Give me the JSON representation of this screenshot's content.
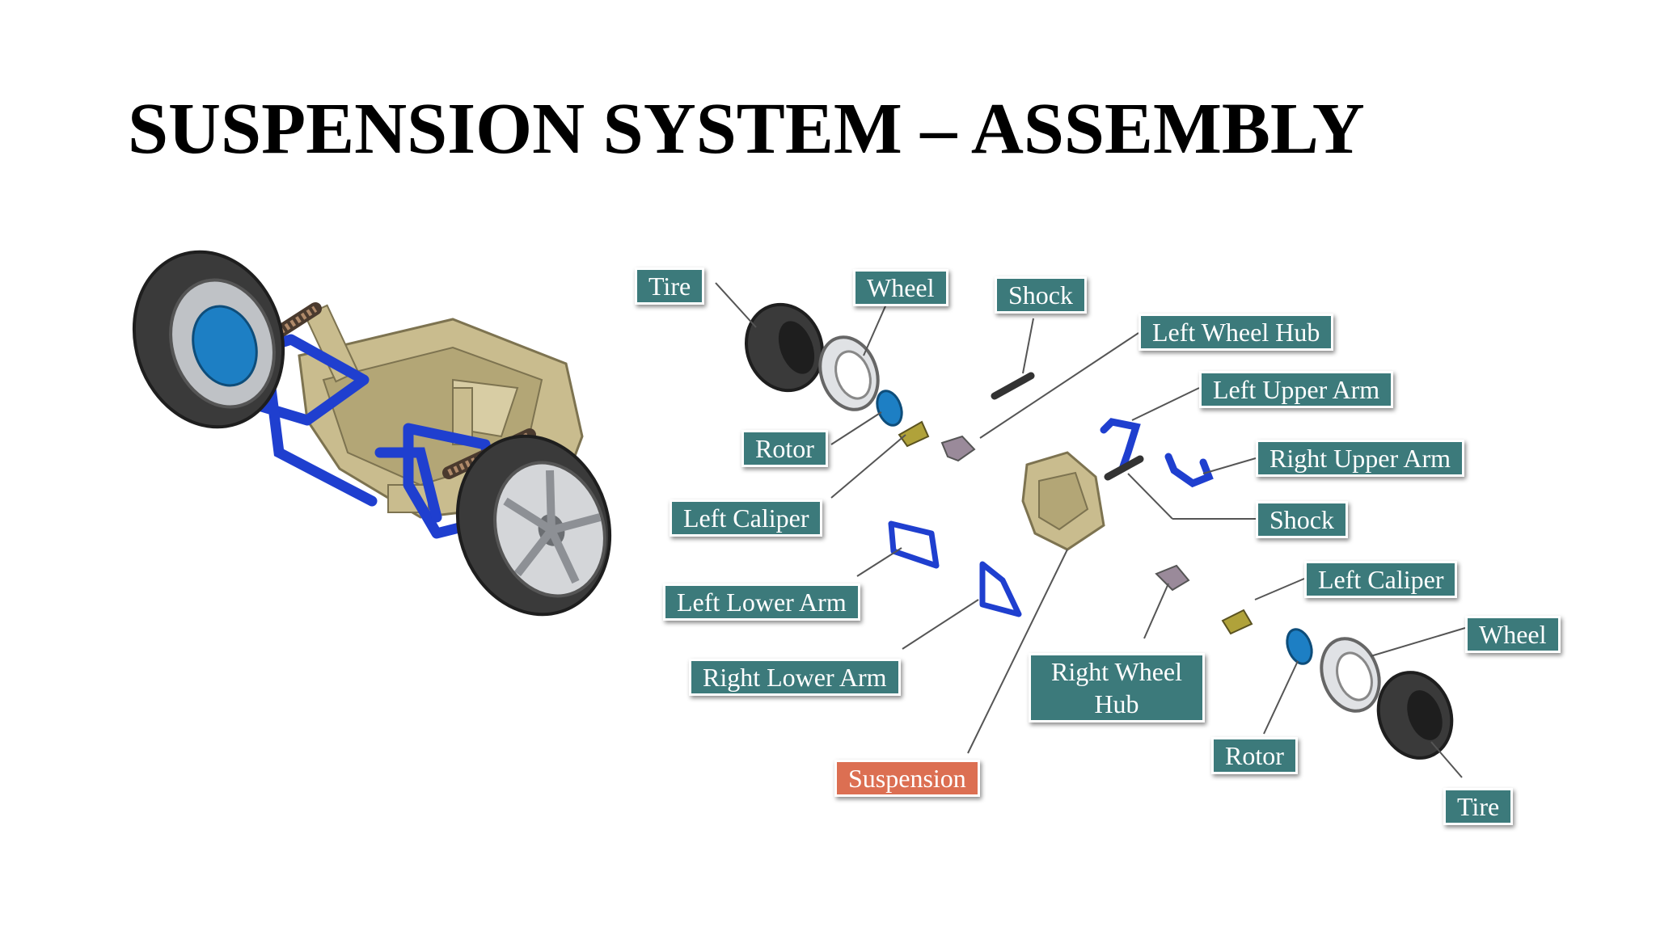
{
  "title": "SUSPENSION SYSTEM – ASSEMBLY",
  "labels": {
    "tire_left": "Tire",
    "wheel_left": "Wheel",
    "shock_top": "Shock",
    "left_wheel_hub": "Left Wheel Hub",
    "left_upper_arm": "Left Upper Arm",
    "rotor_left": "Rotor",
    "right_upper_arm": "Right Upper Arm",
    "left_caliper_left": "Left Caliper",
    "shock_right": "Shock",
    "left_caliper_right": "Left Caliper",
    "left_lower_arm": "Left Lower Arm",
    "wheel_right": "Wheel",
    "right_lower_arm": "Right Lower Arm",
    "right_wheel_hub": "Right Wheel Hub",
    "rotor_right": "Rotor",
    "suspension": "Suspension",
    "tire_right": "Tire"
  },
  "colors": {
    "label_bg": "#3c7a7b",
    "highlight_bg": "#dc6f52",
    "arm_blue": "#1f3fcf",
    "frame_tan": "#c9bc8e",
    "tire_dark": "#3a3a3a"
  }
}
